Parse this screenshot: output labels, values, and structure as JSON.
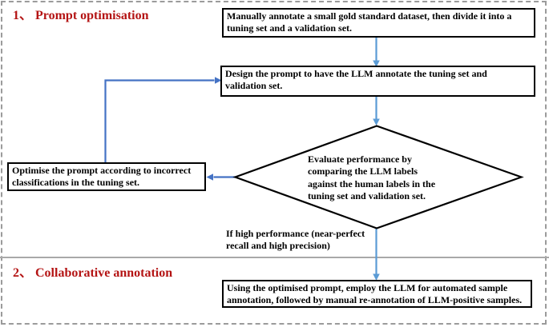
{
  "figure": {
    "sections": [
      {
        "label": "1、 Prompt optimisation"
      },
      {
        "label": "2、 Collaborative annotation"
      }
    ],
    "steps": {
      "annotate_gold": "Manually annotate a small gold standard dataset, then divide it into a\ntuning set and a validation set.",
      "design_prompt": "Design the prompt to have the LLM annotate the tuning set and\nvalidation set.",
      "evaluate": "Evaluate performance by\ncomparing the LLM labels\nagainst the human labels in the\ntuning set and validation set.",
      "optimise_prompt": "Optimise the prompt according to incorrect\nclassifications in the tuning set.",
      "condition": "If high performance (near-perfect\nrecall and high precision)",
      "collaborative": "Using the optimised prompt, employ the LLM for automated sample\nannotation, followed by manual re-annotation of LLM-positive samples."
    },
    "colors": {
      "flow_blue": "#5b9bd5",
      "loop_blue": "#4472c4",
      "section_red": "#b41414",
      "divider_gray": "#a9a9a9",
      "border_gray": "#9b9b9b",
      "shape_black": "#000000"
    }
  }
}
